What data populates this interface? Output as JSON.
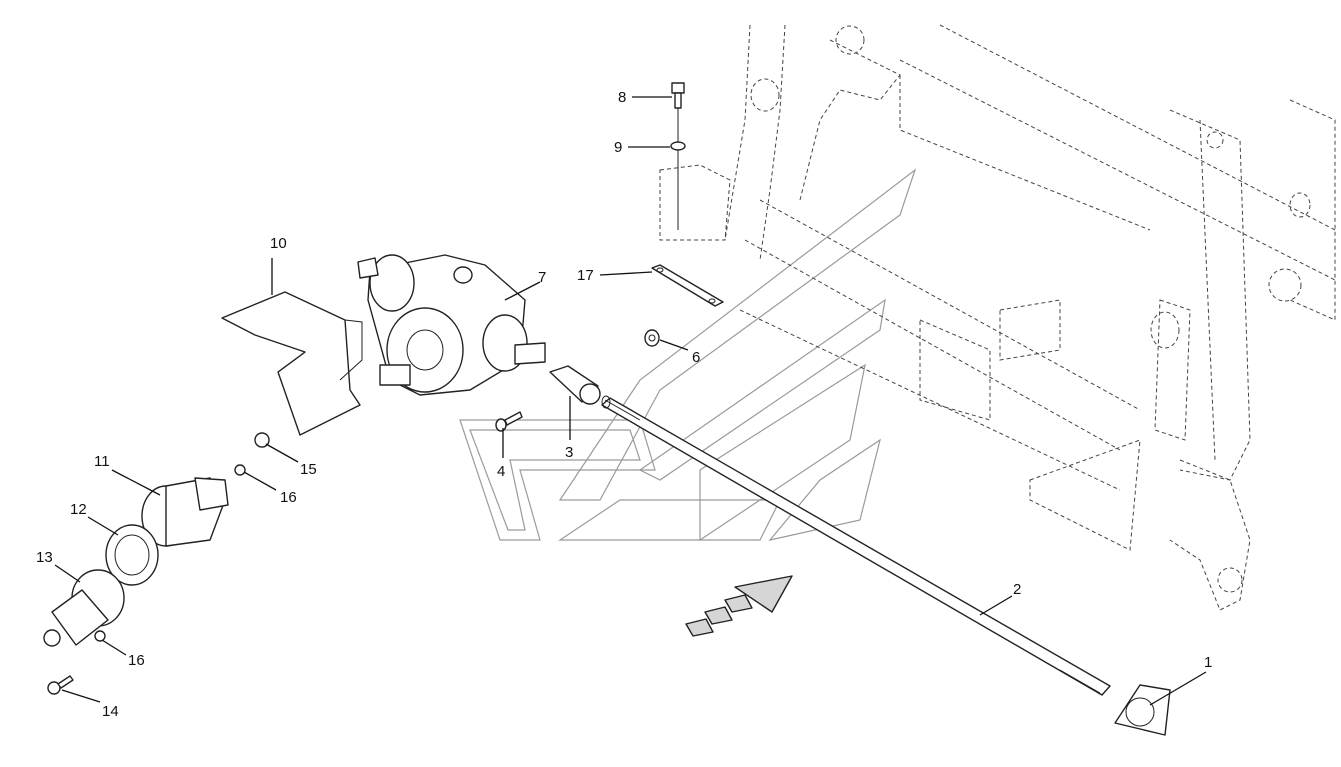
{
  "callouts": [
    {
      "id": "1",
      "text": "1"
    },
    {
      "id": "2",
      "text": "2"
    },
    {
      "id": "3",
      "text": "3"
    },
    {
      "id": "4",
      "text": "4"
    },
    {
      "id": "6",
      "text": "6"
    },
    {
      "id": "7",
      "text": "7"
    },
    {
      "id": "8",
      "text": "8"
    },
    {
      "id": "9",
      "text": "9"
    },
    {
      "id": "10",
      "text": "10"
    },
    {
      "id": "11",
      "text": "11"
    },
    {
      "id": "12",
      "text": "12"
    },
    {
      "id": "13",
      "text": "13"
    },
    {
      "id": "14",
      "text": "14"
    },
    {
      "id": "15",
      "text": "15"
    },
    {
      "id": "16a",
      "text": "16"
    },
    {
      "id": "16b",
      "text": "16"
    },
    {
      "id": "17",
      "text": "17"
    }
  ],
  "colors": {
    "line": "#111111",
    "watermark": "#9a9a9a",
    "background": "#ffffff"
  }
}
